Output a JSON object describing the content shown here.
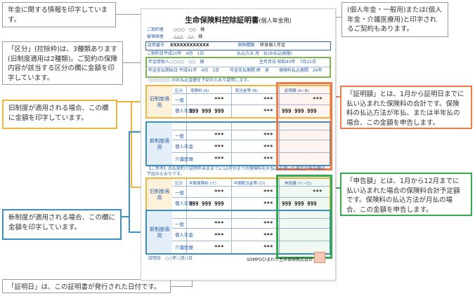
{
  "callouts": {
    "top_left": "年金に関する情報を印字しています。",
    "kubun": "「区分」(控除枠)は、3種類あります(旧制度適用は2種類)。ご契約の保障内容が該当する区分の欄に金額を印字しています。",
    "old_system": "旧制度が適用される場合、この欄に金額を印字しています。",
    "new_system": "新制度が適用される場合、この欄に金額を印字しています。",
    "date": "「証明日」は、この証明書が発行された日付です。",
    "top_right": "(個人年金・一般用)または(個人年金・介護医療用)と印字されるご契約もあります。",
    "shoumei": "「証明額」とは、1月から証明日までに払い込まれた保険料の合計です。保険料の払込方法が年払、または半年払の場合、この金額を申告します。",
    "shinkoku": "「申告額」とは、1月から12月までに払い込まれた場合の保険料合計予定額です。保険料の払込方法が月払の場合、この金額を申告します。"
  },
  "document": {
    "title": "生命保険料控除証明書",
    "title_sub": "(個人年金用)",
    "contractor_label": "ご契約者",
    "contractor_value": "○○○　○○　様",
    "insured_label": "被保険者",
    "insured_value": "△△△　△△　様",
    "policy_no_label": "証券番号",
    "policy_no_value": "XXXXXXXXXXXX",
    "policy_type_label": "保険種類",
    "policy_type_value": "終身個人年金",
    "contract_date": "ご契約日平成10年　4月　1日",
    "pay_method": "払込方法 月　払(お払込経路)",
    "annuitant": "年金受取人○○○○　○○　様",
    "birth": "生年月日 昭和43年　7月21日",
    "annuity_start": "年金支払開始日 平成41年　4月　1日",
    "annuity_period": "年金支払期間 終　身",
    "pay_period": "保険料払込期間　26年",
    "amount_note": "○○○○○○ のお払込金額を下記のとおり証明します。",
    "old_label": "旧制度適用",
    "new_label": "新制度適用",
    "kubun": "区分",
    "col_premium": "保険料 (A)",
    "col_dividend": "配当金等 (B)",
    "col_certified": "証明額 (A−B)",
    "col_premium_i": "年間保険料 (イ)",
    "col_dividend_ro": "年間配当金等 (ロ)",
    "col_declared": "申告額 (イ−ロ)",
    "unit": "円",
    "row_general": "一般",
    "row_pension": "個人年金",
    "row_care": "介護医療",
    "stars": "***",
    "amount": "999 999 999",
    "reference": "【ご参考】月払契約で証明年末日までに12月分までの保険料をお払込み頂いた場合の申告額は下記のとおりです。",
    "cert_date": "証明日　○○年○月○日",
    "company": "SOMPOひまわり生命保険株式会社"
  }
}
